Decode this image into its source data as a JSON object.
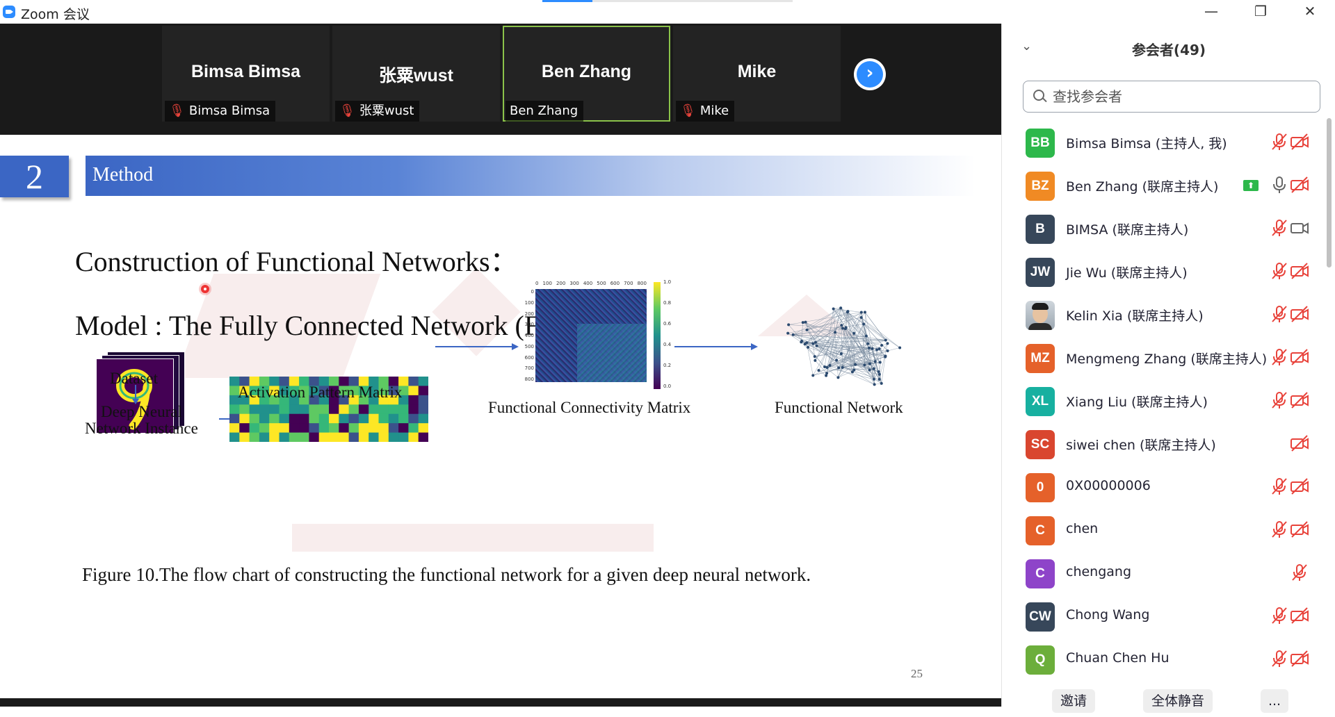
{
  "window": {
    "title": "Zoom 会议",
    "controls": {
      "minimize": "—",
      "restore": "❐",
      "close": "✕"
    }
  },
  "video_strip": {
    "tiles": [
      {
        "display_name": "Bimsa Bimsa",
        "label": "Bimsa Bimsa",
        "muted": true,
        "active": false
      },
      {
        "display_name": "张粟wust",
        "label": "张粟wust",
        "muted": true,
        "active": false
      },
      {
        "display_name": "Ben Zhang",
        "label": "Ben Zhang",
        "muted": false,
        "active": true
      },
      {
        "display_name": "Mike",
        "label": "Mike",
        "muted": true,
        "active": false
      }
    ],
    "next_label": "›"
  },
  "slide": {
    "section_number": "2",
    "section_title": "Method",
    "heading1": "Construction of Functional Networks：",
    "heading2": "Model : The Fully Connected Network (FCN).",
    "labels": {
      "dataset": "Dataset",
      "dnn_line1": "Deep Neural",
      "dnn_line2": "Network Instance",
      "activation": "Activation Pattern Matrix",
      "fcm": "Functional Connectivity Matrix",
      "network": "Functional Network"
    },
    "fcm_xticks": [
      "0",
      "100",
      "200",
      "300",
      "400",
      "500",
      "600",
      "700",
      "800"
    ],
    "fcm_yticks": [
      "0",
      "100",
      "200",
      "300",
      "400",
      "500",
      "600",
      "700",
      "800"
    ],
    "colorbar_ticks": [
      "1.0",
      "0.8",
      "0.6",
      "0.4",
      "0.2",
      "0.0"
    ],
    "caption": "Figure 10.The flow chart of constructing the functional network for a given deep neural network.",
    "page_number": "25"
  },
  "participants": {
    "title": "参会者(49)",
    "search_placeholder": "查找参会者",
    "list": [
      {
        "initials": "BB",
        "color": "#2db84b",
        "name": "Bimsa Bimsa (主持人, 我)",
        "mic": "muted",
        "video": "off",
        "share": false
      },
      {
        "initials": "BZ",
        "color": "#f08a24",
        "name": "Ben Zhang (联席主持人)",
        "mic": "on",
        "video": "off",
        "share": true
      },
      {
        "initials": "B",
        "color": "#37475a",
        "name": "BIMSA (联席主持人)",
        "mic": "muted",
        "video": "on",
        "share": false
      },
      {
        "initials": "JW",
        "color": "#37475a",
        "name": "Jie Wu (联席主持人)",
        "mic": "muted",
        "video": "off",
        "share": false
      },
      {
        "initials": "",
        "color": "#9ba6b0",
        "name": "Kelin Xia (联席主持人)",
        "mic": "muted",
        "video": "off",
        "share": false,
        "photo": true
      },
      {
        "initials": "MZ",
        "color": "#e5612a",
        "name": "Mengmeng Zhang (联席主持人)",
        "mic": "muted",
        "video": "off",
        "share": false
      },
      {
        "initials": "XL",
        "color": "#17b0a0",
        "name": "Xiang Liu (联席主持人)",
        "mic": "muted",
        "video": "off",
        "share": false
      },
      {
        "initials": "SC",
        "color": "#d9462f",
        "name": "siwei chen (联席主持人)",
        "mic": "none",
        "video": "off",
        "share": false
      },
      {
        "initials": "0",
        "color": "#e5612a",
        "name": "0X00000006",
        "mic": "muted",
        "video": "off",
        "share": false
      },
      {
        "initials": "C",
        "color": "#e5612a",
        "name": "chen",
        "mic": "muted",
        "video": "off",
        "share": false
      },
      {
        "initials": "C",
        "color": "#8e44c9",
        "name": "chengang",
        "mic": "muted",
        "video": "none",
        "share": false
      },
      {
        "initials": "CW",
        "color": "#37475a",
        "name": "Chong Wang",
        "mic": "muted",
        "video": "off",
        "share": false
      },
      {
        "initials": "Q",
        "color": "#6cae3b",
        "name": "Chuan Chen Hu",
        "mic": "muted",
        "video": "off",
        "share": false
      }
    ],
    "buttons": {
      "invite": "邀请",
      "mute_all": "全体静音",
      "more": "..."
    }
  },
  "colors": {
    "accent": "#2d8cff",
    "slide_blue": "#3b66c4",
    "muted_red": "#e8433b",
    "active_green": "#8bc34a"
  }
}
